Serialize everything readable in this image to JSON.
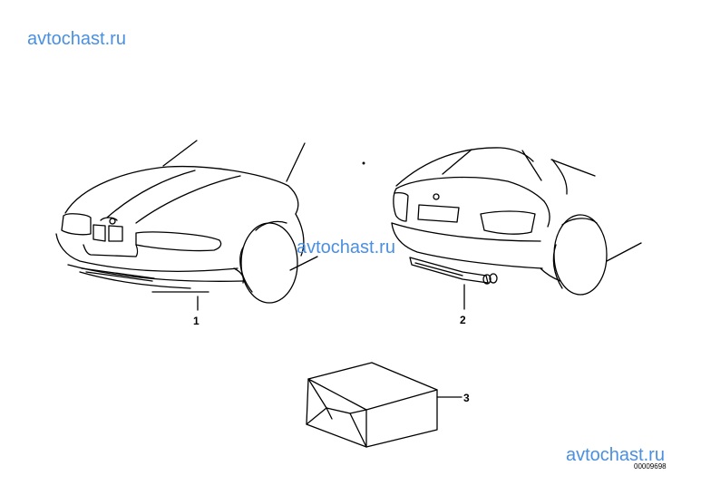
{
  "watermarks": [
    "avtochast.ru",
    "avtochast.ru",
    "avtochast.ru"
  ],
  "callouts": {
    "front_bumper": "1",
    "rear_bumper": "2",
    "box": "3"
  },
  "document_number": "00009698",
  "colors": {
    "watermark": "#4a8fe0",
    "line": "#000000",
    "background": "#ffffff"
  }
}
